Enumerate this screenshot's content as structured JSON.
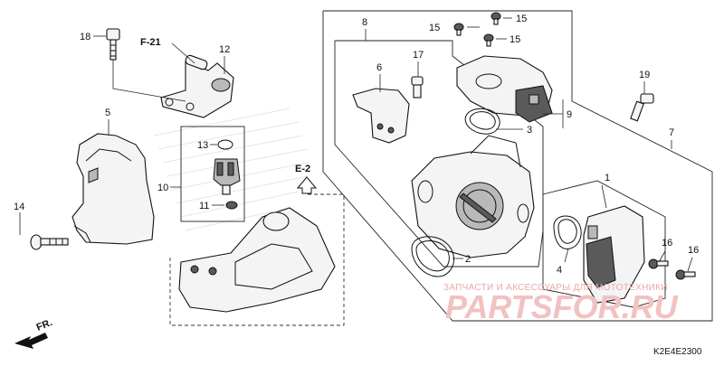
{
  "diagram": {
    "drawing_code": "K2E4E2300",
    "direction_label": "FR.",
    "refs": {
      "f21": "F-21",
      "e2": "E-2"
    },
    "callouts": {
      "c1": "1",
      "c2": "2",
      "c3": "3",
      "c4": "4",
      "c5": "5",
      "c6": "6",
      "c7": "7",
      "c8": "8",
      "c9": "9",
      "c10": "10",
      "c11": "11",
      "c12": "12",
      "c13": "13",
      "c14": "14",
      "c15a": "15",
      "c15b": "15",
      "c15c": "15",
      "c16a": "16",
      "c16b": "16",
      "c17": "17",
      "c18": "18",
      "c19": "19"
    },
    "watermark": {
      "tagline": "ЗАПЧАСТИ И АКСЕССУАРЫ ДЛЯ МОТОТЕХНИКИ",
      "logo": "PARTSFOR.RU"
    }
  }
}
